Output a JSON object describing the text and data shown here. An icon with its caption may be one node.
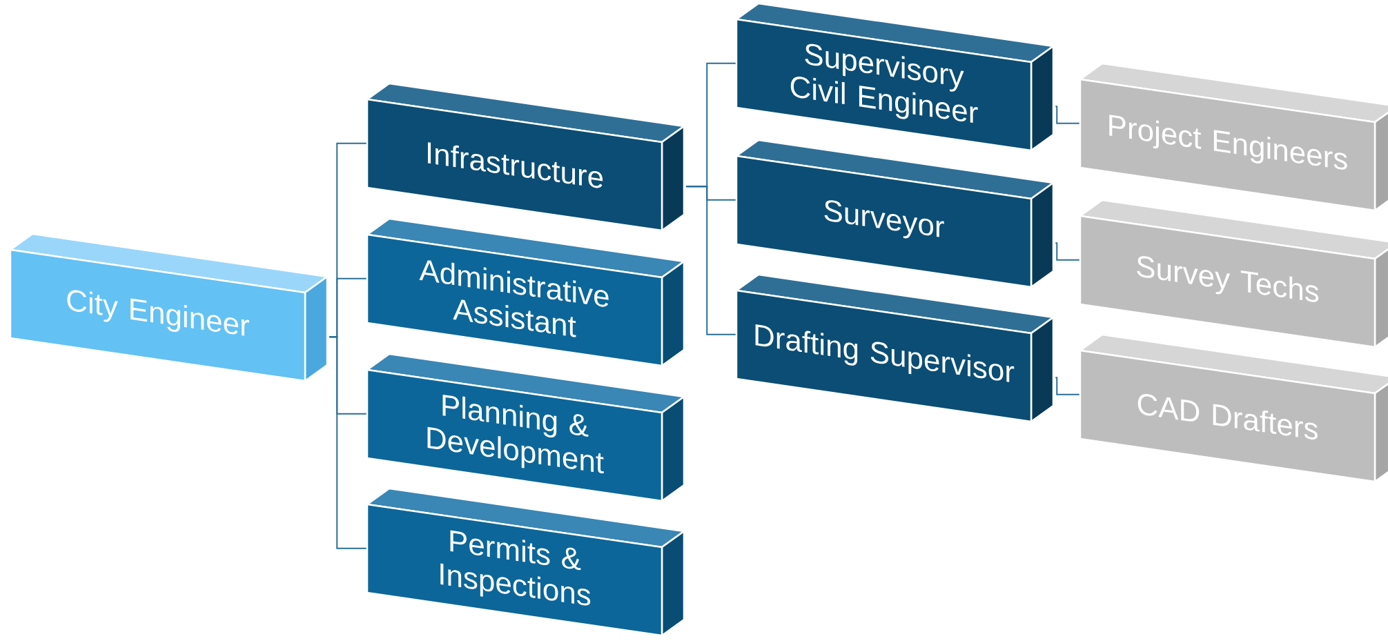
{
  "diagram": {
    "nodes": [
      {
        "text": [
          "City Engineer"
        ]
      },
      {
        "text": [
          "Infrastructure"
        ]
      },
      {
        "text": [
          "Administrative Assistant"
        ]
      },
      {
        "text": [
          "Planning & Development"
        ]
      },
      {
        "text": [
          "Permits & Inspections"
        ]
      },
      {
        "text": [
          "Supervisory Civil Engineer"
        ]
      },
      {
        "text": [
          "Surveyor"
        ]
      },
      {
        "text": [
          "Drafting Supervisor"
        ]
      },
      {
        "text": [
          "Project Engineers"
        ]
      },
      {
        "text": [
          "Survey Techs"
        ]
      },
      {
        "text": [
          "CAD Drafters"
        ]
      }
    ],
    "edges": [
      {
        "from": 0,
        "to": 1,
        "arrow": "none"
      },
      {
        "from": 0,
        "to": 2,
        "arrow": "none"
      },
      {
        "from": 0,
        "to": 3,
        "arrow": "none"
      },
      {
        "from": 0,
        "to": 4,
        "arrow": "none"
      },
      {
        "from": 1,
        "to": 5,
        "arrow": "none"
      },
      {
        "from": 1,
        "to": 6,
        "arrow": "none"
      },
      {
        "from": 1,
        "to": 7,
        "arrow": "none"
      },
      {
        "from": 5,
        "to": 8,
        "arrow": "none"
      },
      {
        "from": 6,
        "to": 9,
        "arrow": "none"
      },
      {
        "from": 7,
        "to": 10,
        "arrow": "none"
      }
    ]
  }
}
